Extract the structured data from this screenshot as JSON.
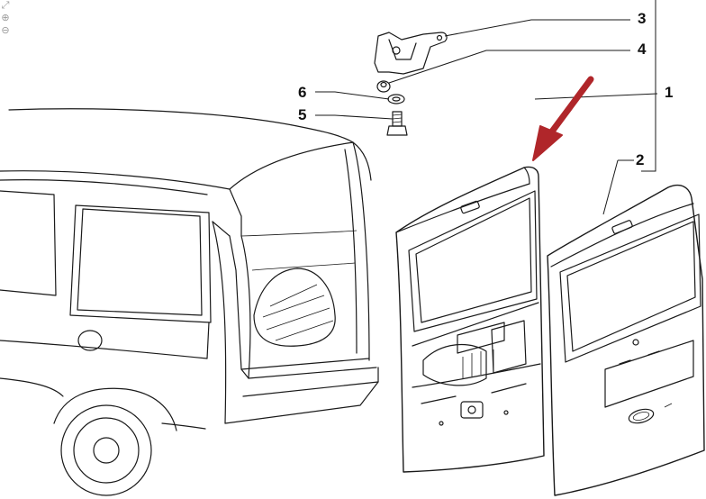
{
  "viewer_tools": [
    {
      "name": "fit-icon",
      "glyph": "⤢"
    },
    {
      "name": "zoom-in-icon",
      "glyph": "⊕"
    },
    {
      "name": "zoom-out-icon",
      "glyph": "⊖"
    }
  ],
  "callouts": [
    {
      "id": "1",
      "label": "1"
    },
    {
      "id": "2",
      "label": "2"
    },
    {
      "id": "3",
      "label": "3"
    },
    {
      "id": "4",
      "label": "4"
    },
    {
      "id": "5",
      "label": "5"
    },
    {
      "id": "6",
      "label": "6"
    }
  ],
  "colors": {
    "line": "#1a1a1a",
    "arrow": "#b0262a",
    "background": "#ffffff"
  }
}
